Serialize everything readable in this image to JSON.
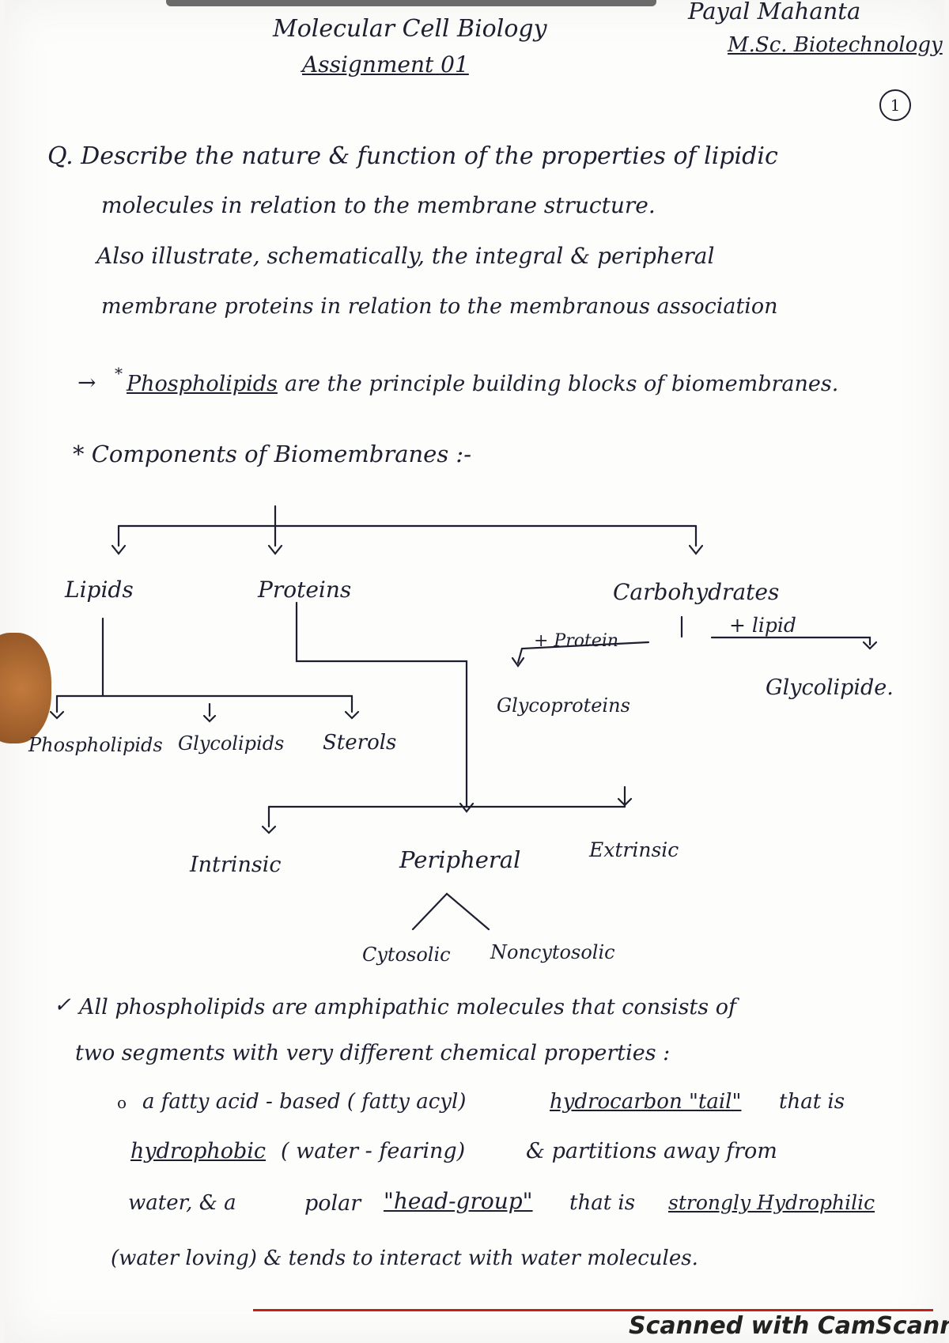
{
  "header": {
    "course": "Molecular Cell Biology",
    "assignment": "Assignment 01",
    "author": "Payal Mahanta",
    "program": "M.Sc. Biotechnology",
    "page_number": "1"
  },
  "question": {
    "lines": [
      "Q. Describe the nature & function of the properties of lipidic",
      "molecules in relation to the membrane structure.",
      "Also illustrate, schematically, the integral & peripheral",
      "membrane proteins in relation to the membranous association"
    ]
  },
  "intro": {
    "arrow": "→",
    "star": "*",
    "keyword": "Phospholipids",
    "rest": "are the principle building blocks of biomembranes."
  },
  "components": {
    "heading": "* Components of Biomembranes :-"
  },
  "tree": {
    "lipids": "Lipids",
    "proteins": "Proteins",
    "carbohydrates": "Carbohydrates",
    "plus_protein": "+ Protein",
    "plus_lipid": "+ lipid",
    "glycoproteins": "Glycoproteins",
    "glycolipide": "Glycolipide.",
    "phospholipids": "Phospholipids",
    "glycolipids": "Glycolipids",
    "sterols": "Sterols",
    "intrinsic": "Intrinsic",
    "peripheral": "Peripheral",
    "extrinsic": "Extrinsic",
    "cytosolic": "Cytosolic",
    "noncytosolic": "Noncytosolic"
  },
  "body": {
    "check": "✓",
    "line1": "All phospholipids are amphipathic molecules that consists of",
    "line2": "two segments with very different chemical properties :",
    "bullet": "o",
    "l3_a": "a fatty acid - based ( fatty acyl)",
    "l3_b": "hydrocarbon \"tail\"",
    "l3_c": "that is",
    "l4_a": "hydrophobic",
    "l4_b": "( water - fearing)",
    "l4_c": "& partitions away from",
    "l5_a": "water, & a",
    "l5_b": "polar",
    "l5_c": "\"head-group\"",
    "l5_d": "that is",
    "l5_e": "strongly Hydrophilic",
    "l6": "(water loving) & tends to interact with water molecules."
  },
  "footer": {
    "scanner": "Scanned with CamScanner"
  }
}
